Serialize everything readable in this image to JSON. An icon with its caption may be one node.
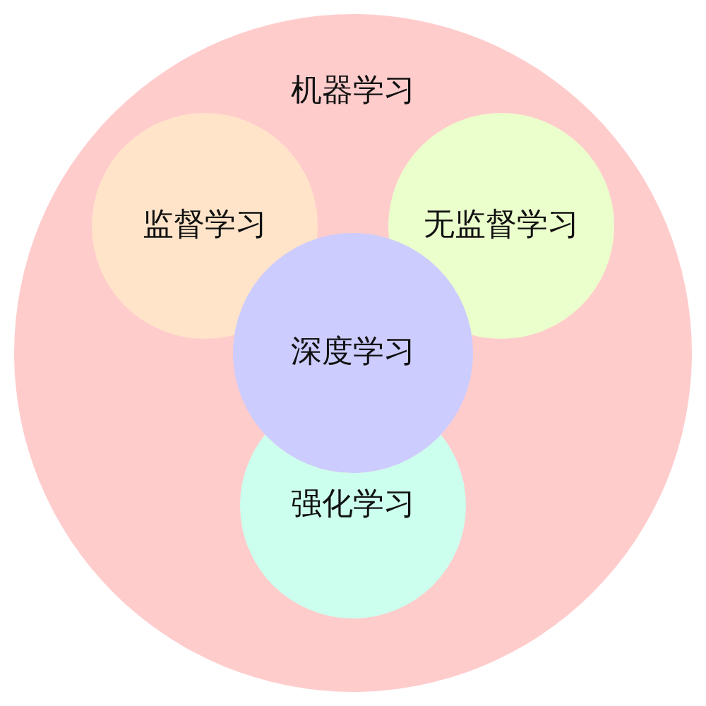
{
  "diagram": {
    "nodes": [
      {
        "text": [
          "机器学习"
        ]
      },
      {
        "text": [
          "监督学习"
        ],
        "in": 0
      },
      {
        "text": [
          "无监督学习"
        ],
        "in": 0
      },
      {
        "text": [
          "深度学习"
        ],
        "in": 0
      },
      {
        "text": [
          "强化学习"
        ],
        "in": 0
      }
    ]
  }
}
